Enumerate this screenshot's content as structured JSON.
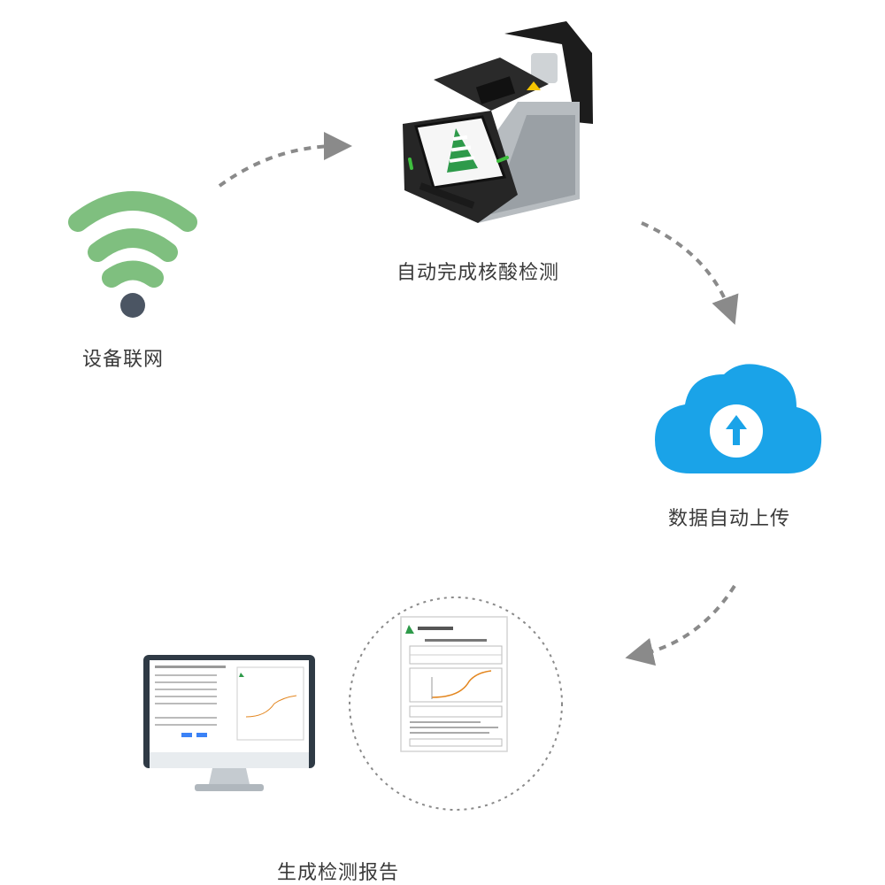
{
  "steps": {
    "network": {
      "label": "设备联网",
      "icon": "wifi-icon"
    },
    "detect": {
      "label": "自动完成核酸检测",
      "icon": "pcr-device-icon"
    },
    "upload": {
      "label": "数据自动上传",
      "icon": "cloud-upload-icon"
    },
    "report": {
      "label": "生成检测报告",
      "icon": "report-icon"
    }
  },
  "colors": {
    "wifi_green": "#7fbf7f",
    "wifi_dot": "#4b5563",
    "cloud_blue": "#1aa3e8",
    "arrow_gray": "#8a8a8a",
    "device_green": "#3fbf3f",
    "monitor_frame": "#2f3a45"
  }
}
